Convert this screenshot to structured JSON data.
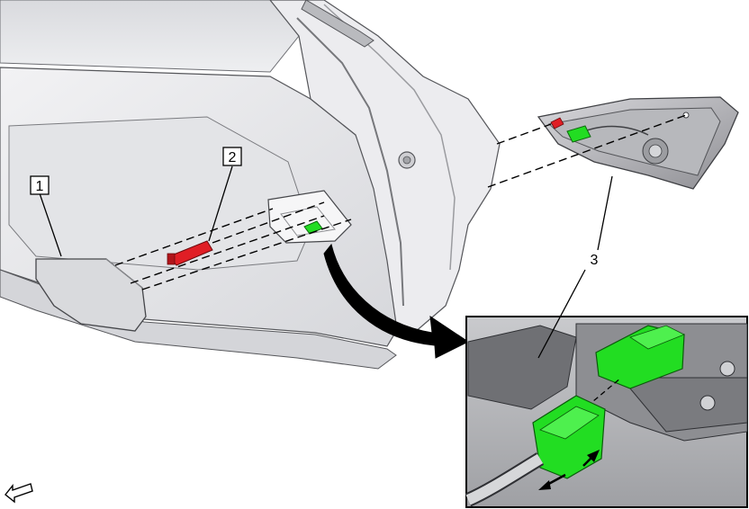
{
  "callouts": {
    "c1": "1",
    "c2": "2",
    "c3": "3"
  },
  "colors": {
    "body_panel": "#e9e9ec",
    "body_shade": "#c8c9cd",
    "trim_dark": "#8a8a8e",
    "connector_green": "#22dd22",
    "clip_red": "#e01e25",
    "inset_bg": "#b9b9bd",
    "outline": "#000000"
  },
  "icons": {
    "front_indicator": "front-arrow-icon",
    "disconnect_arrows": "double-arrow-icon"
  }
}
